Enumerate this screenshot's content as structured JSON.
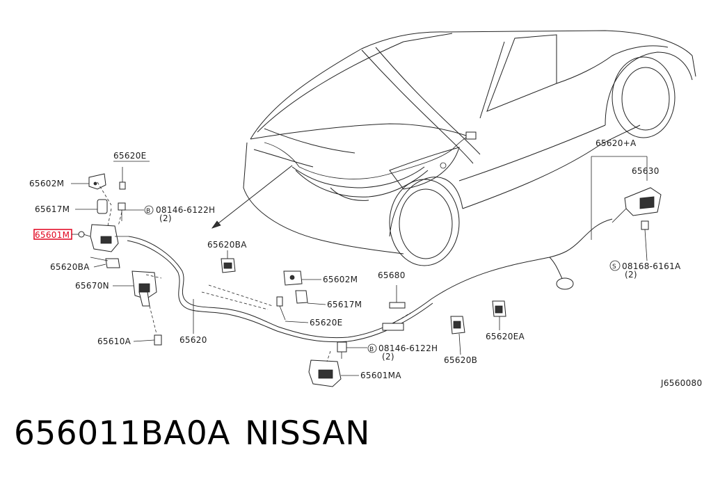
{
  "diagram": {
    "labels": {
      "p65620E_top": "65620E",
      "p65602M_left": "65602M",
      "p65617M_left": "65617M",
      "p08146_top": "08146-6122H",
      "p08146_top_qty": "(2)",
      "p65601M": "65601M",
      "p65620BA_left": "65620BA",
      "p65670N": "65670N",
      "p65610A": "65610A",
      "p65620": "65620",
      "p65620BA_mid": "65620BA",
      "p65602M_mid": "65602M",
      "p65617M_mid": "65617M",
      "p65620E_mid": "65620E",
      "p65680": "65680",
      "p08146_bottom": "08146-6122H",
      "p08146_bottom_qty": "(2)",
      "p65601MA": "65601MA",
      "p65620B": "65620B",
      "p65620EA": "65620EA",
      "p65620A": "65620+A",
      "p65630": "65630",
      "p08168": "08168-6161A",
      "p08168_qty": "(2)",
      "bolt_b": "B",
      "bolt_s": "S",
      "figure_code": "J6560080"
    },
    "highlight_color": "#e0001b"
  },
  "footer": {
    "part_number": "656011BA0A",
    "brand": "NISSAN"
  }
}
